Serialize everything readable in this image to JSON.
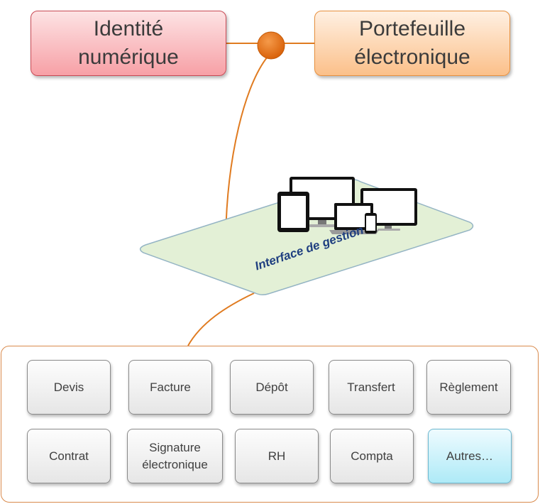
{
  "top_boxes": {
    "identity": "Identité\nnumérique",
    "wallet": "Portefeuille\nélectronique"
  },
  "interface": {
    "label": "Interface de gestion"
  },
  "services": [
    "Devis",
    "Facture",
    "Dépôt",
    "Transfert",
    "Règlement",
    "Contrat",
    "Signature\nélectronique",
    "RH",
    "Compta",
    "Autres…"
  ],
  "colors": {
    "connector": "#e07b20",
    "connector_dot": "#e36c0a",
    "identity_border": "#c94a55",
    "wallet_border": "#e8913f",
    "platform_fill": "#e3f0d6",
    "highlight_fill": "#aeeaf7",
    "label_text": "#1f3f80"
  },
  "icons": [
    "monitor-icon",
    "tablet-icon",
    "laptop-icon",
    "phone-icon",
    "connector-dot-icon"
  ]
}
